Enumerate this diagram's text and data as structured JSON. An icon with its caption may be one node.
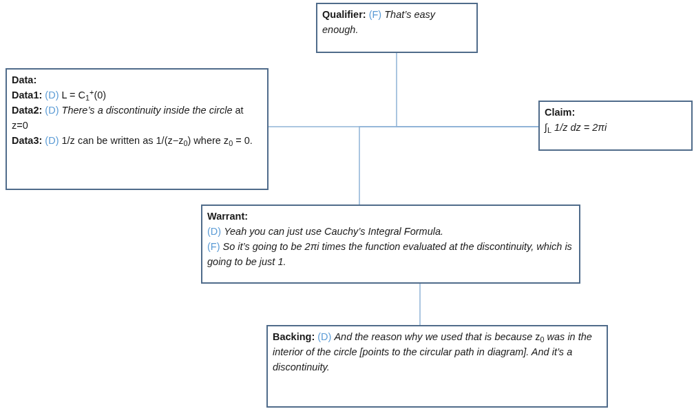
{
  "diagram": {
    "nodes": [
      {
        "text": [
          "Data:",
          "**Data1:** (D) L = C$_{1}$$^{+}$(0)",
          "**Data2:** (D) *There’s a discontinuity inside the circle* at z=0",
          "**Data3:** (D) 1/z can be written as 1/(z−z$_{0}$) where z$_{0}$ = 0."
        ]
      },
      {
        "text": [
          "**Qualifier:** (F) *That’s easy enough.*"
        ]
      },
      {
        "text": [
          "Claim:",
          "∫$_{L}$ *1/z dz = 2πi*"
        ]
      },
      {
        "text": [
          "Warrant:",
          "(D) *Yeah you can just use Cauchy’s Integral Formula.*",
          "(F) *So it’s going to be 2πi times the function evaluated at the discontinuity, which is going to be just 1.*"
        ]
      },
      {
        "text": [
          "**Backing:** (D) *And the reason why we used that is because* z$_{0}$ *was in the interior of the circle [points to the circular path in diagram]. And it’s a discontinuity.*"
        ]
      }
    ],
    "edges": [
      {
        "from": 0,
        "to": 2,
        "arrow": "none"
      },
      {
        "from": 1,
        "to": 2,
        "arrow": "none"
      },
      {
        "from": 3,
        "to": 2,
        "arrow": "none"
      },
      {
        "from": 4,
        "to": 3,
        "arrow": "none"
      }
    ]
  }
}
